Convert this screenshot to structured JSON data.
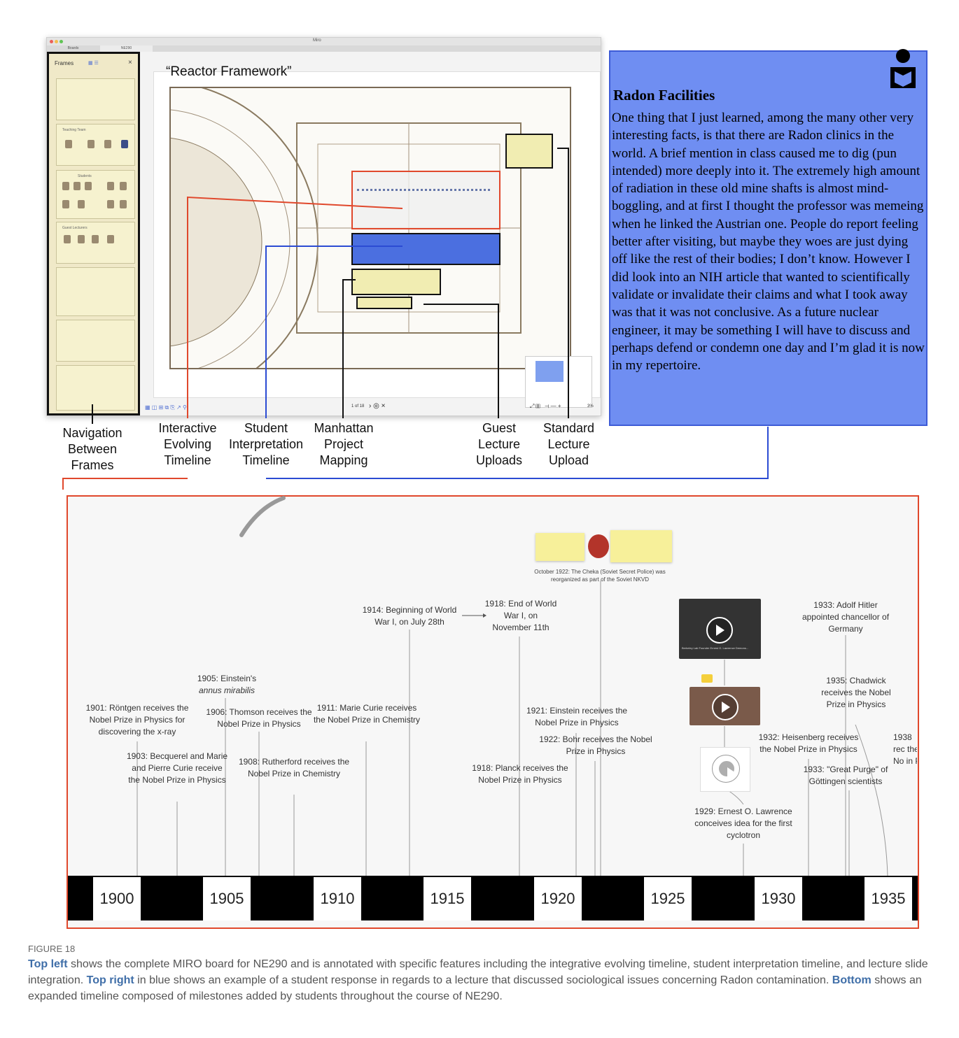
{
  "miro": {
    "window_title": "Miro",
    "tabs": [
      "Boards",
      "NE290"
    ],
    "frames_panel": {
      "title": "Frames",
      "sections": [
        "Teaching Team",
        "Students",
        "Guest Lecturers"
      ]
    },
    "board_title": "“Reactor Framework”",
    "bottom_bar": {
      "page_indicator": "1 of 18",
      "zoom": "3%"
    }
  },
  "annotation_labels": [
    "Navigation Between Frames",
    "Interactive Evolving Timeline",
    "Student Interpretation Timeline",
    "Manhattan Project Mapping",
    "Guest Lecture Uploads",
    "Standard Lecture Upload"
  ],
  "radon_card": {
    "icon": "reading-person-icon",
    "title": "Radon Facilities",
    "body": "One thing that I just learned, among the many other very interesting facts, is that there are Radon clinics in the world. A brief mention in class caused me to dig (pun intended) more deeply into it. The extremely high amount of radiation in these old mine shafts is almost mind-boggling, and at first I thought the professor was memeing when he linked the Austrian one. People do report feeling better after visiting, but maybe they woes are just dying off like the rest of their bodies; I don’t know. However I did look into an NIH article that wanted to scientifically validate or invalidate their claims and what I took away was that it was not conclusive. As a future nuclear engineer, it may be something I will have to discuss and perhaps defend or condemn one day and I’m glad it is now in my repertoire."
  },
  "timeline": {
    "years": [
      "1900",
      "1905",
      "1910",
      "1915",
      "1920",
      "1925",
      "1930",
      "1935"
    ],
    "events": {
      "e1901": "1901: Röntgen receives the Nobel Prize in Physics for discovering the x-ray",
      "e1903": "1903: Becquerel and Marie and Pierre Curie receive the Nobel Prize in Physics",
      "e1905_a": "1905: Einstein's",
      "e1905_b": "annus mirabilis",
      "e1906": "1906: Thomson receives the Nobel Prize in Physics",
      "e1908": "1908: Rutherford receives the Nobel Prize in Chemistry",
      "e1911": "1911: Marie Curie receives the Nobel Prize in Chemistry",
      "e1914": "1914: Beginning of World War I, on July 28th",
      "e1918a": "1918: End of World War I, on November 11th",
      "e1918b": "1918: Planck receives the Nobel Prize in Physics",
      "e1921": "1921: Einstein receives the Nobel Prize in Physics",
      "e1922": "1922: Bohr receives the Nobel Prize in Physics",
      "e1922c": "October 1922: The Cheka (Soviet Secret Police) was reorganized as part of the Soviet NKVD",
      "e1929": "1929: Ernest O. Lawrence conceives idea for the first cyclotron",
      "e1932": "1932: Heisenberg receives the Nobel Prize in Physics",
      "e1933a": "1933: Adolf Hitler appointed chancellor of Germany",
      "e1933b": "1933: \"Great Purge\" of Göttingen scientists",
      "e1935": "1935: Chadwick receives the Nobel Prize in Physics",
      "e1938_cut": "1938 rec the No in P"
    },
    "video_caption": "Berkeley Lab Founder Ernest O. Lawrence Demons..."
  },
  "caption": {
    "label": "FIGURE 18",
    "p1_bold": "Top left",
    "p1": " shows the complete MIRO board for NE290 and is annotated with specific features including the integrative evolving timeline, student interpretation timeline, and lecture slide integration. ",
    "p2_bold": "Top right",
    "p2": " in blue shows an example of a student response in regards to a lecture that discussed sociological issues concerning Radon contamination. ",
    "p3_bold": "Bottom",
    "p3": " shows an expanded timeline composed of milestones added by students throughout the course of NE290."
  }
}
